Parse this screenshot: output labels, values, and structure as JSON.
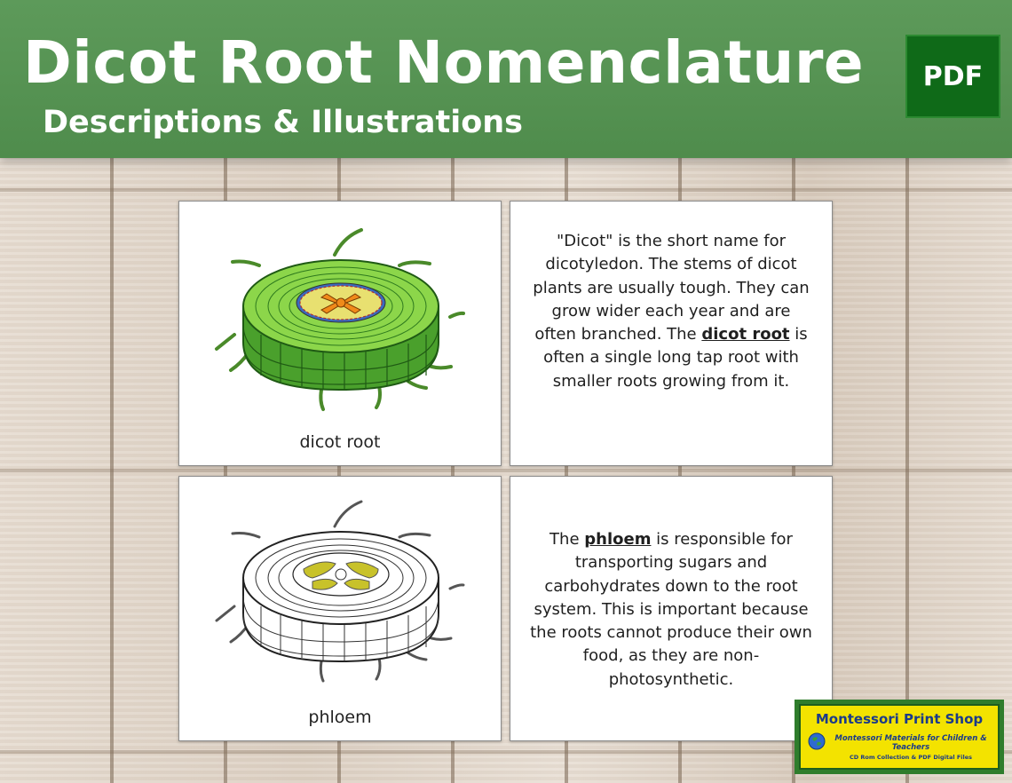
{
  "header": {
    "title": "Dicot Root Nomenclature",
    "subtitle": "Descriptions & Illustrations",
    "badge": "PDF"
  },
  "cards": {
    "picture_1": {
      "label": "dicot root",
      "icon": "dicot-root-cross-section-color-icon"
    },
    "description_1": {
      "before": "\"Dicot\" is the short name for dicotyledon. The stems of dicot plants are usually tough. They can grow wider each year and are often branched.  The ",
      "term": "dicot root",
      "after": " is often a single long tap root with smaller roots growing from it."
    },
    "picture_2": {
      "label": "phloem",
      "icon": "dicot-root-cross-section-phloem-icon"
    },
    "description_2": {
      "before": "The ",
      "term": "phloem",
      "after": " is responsible for transporting sugars and carbohydrates down to the root system. This is important because the roots cannot produce their own food, as they are non-photosynthetic."
    }
  },
  "logo": {
    "name": "Montessori Print Shop",
    "tagline": "Montessori Materials for Children & Teachers",
    "footer": "CD Rom Collection & PDF Digital Files",
    "icon": "globe-icon"
  },
  "colors": {
    "banner": "#5d9a5a",
    "badge": "#0f6a18",
    "root_green": "#8cd64a",
    "root_dark_green": "#4aa02c",
    "stele_yellow": "#d8d24a",
    "logo_yellow": "#f3e300"
  }
}
